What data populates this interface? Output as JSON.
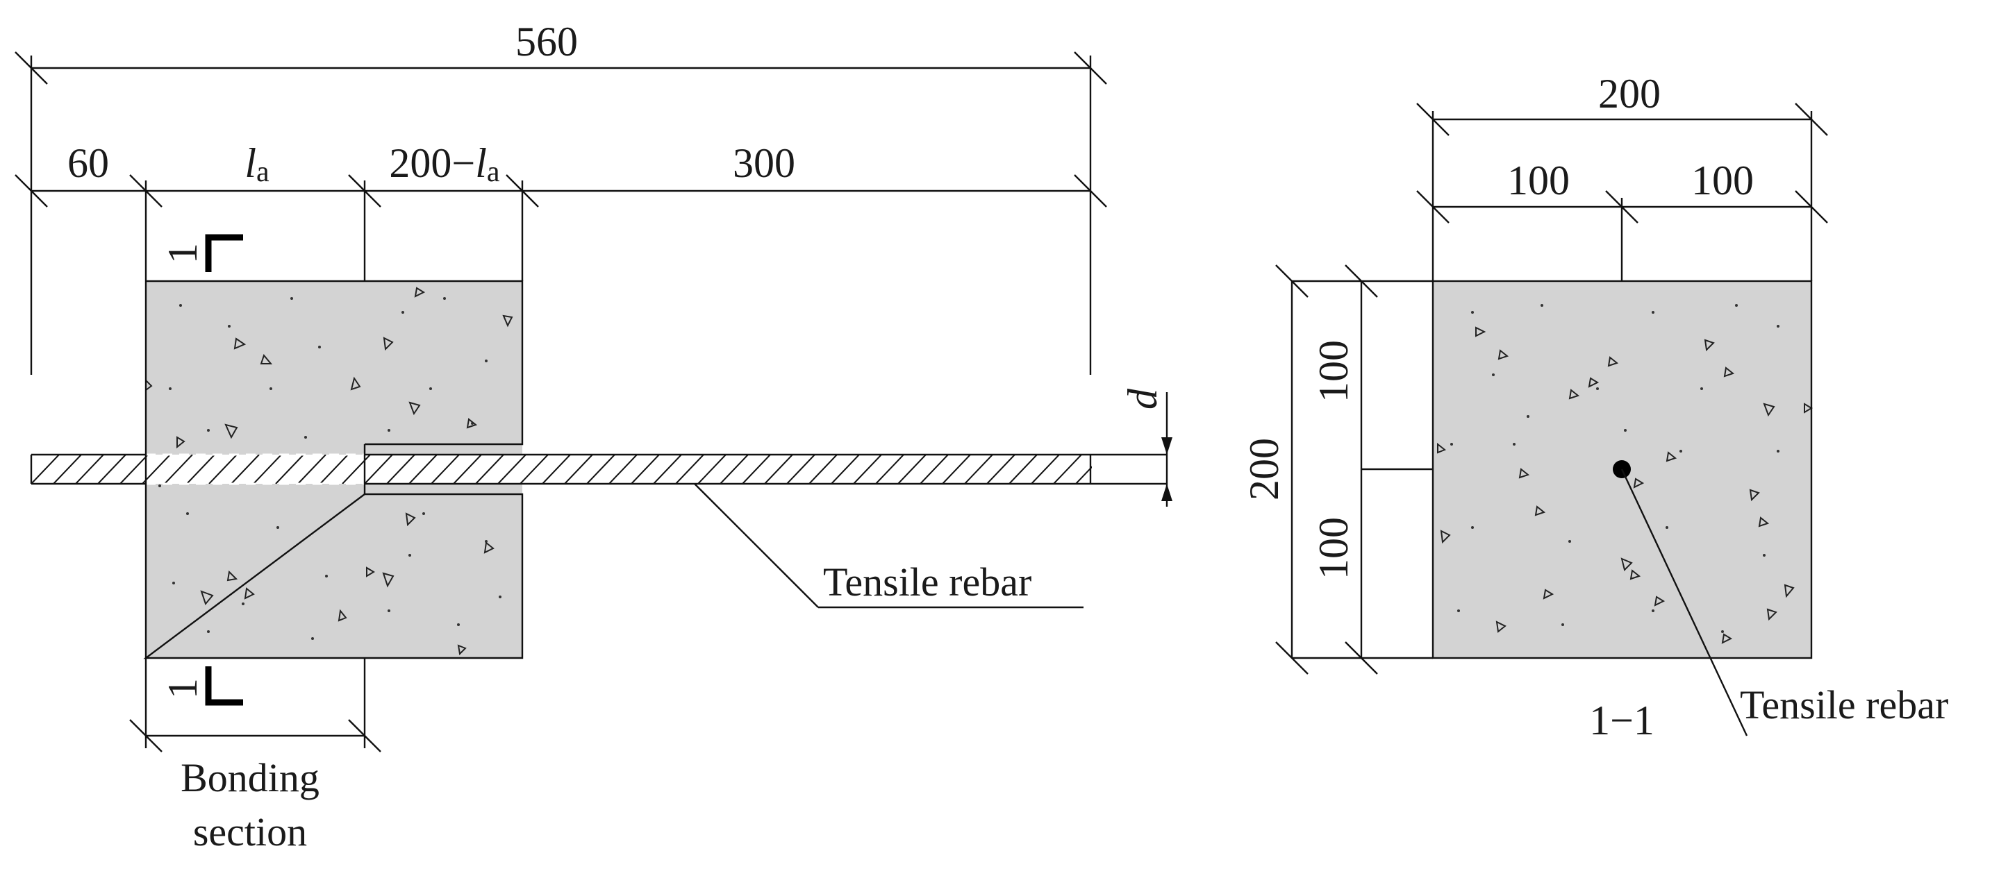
{
  "elevation": {
    "dims_top": {
      "overall": "560",
      "seg_60": "60",
      "seg_la_main": "l",
      "seg_la_sub": "a",
      "seg_200_main": "200−",
      "seg_200_l": "l",
      "seg_200_sub": "a",
      "seg_300": "300"
    },
    "section_mark_top": "1",
    "section_mark_bottom": "1",
    "rebar_dia_label": "d",
    "rebar_label": "Tensile rebar",
    "bonding_label_line1": "Bonding",
    "bonding_label_line2": "section"
  },
  "cross_section": {
    "width_overall": "200",
    "width_half_left": "100",
    "width_half_right": "100",
    "height_overall": "200",
    "height_half_top": "100",
    "height_half_bottom": "100",
    "rebar_label": "Tensile rebar",
    "section_title": "1−1"
  }
}
